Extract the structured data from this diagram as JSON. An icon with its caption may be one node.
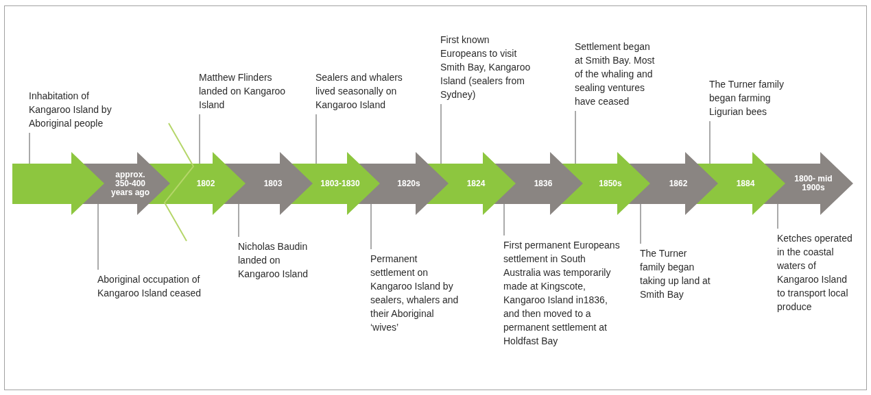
{
  "diagram": {
    "nodes": [
      {
        "text": [],
        "shape": "chevron"
      },
      {
        "text": [
          "approx. 350-400 years ago"
        ]
      },
      {
        "text": [
          "1802"
        ]
      },
      {
        "text": [
          "1803"
        ]
      },
      {
        "text": [
          "1803-1830"
        ]
      },
      {
        "text": [
          "1820s"
        ]
      },
      {
        "text": [
          "1824"
        ]
      },
      {
        "text": [
          "1836"
        ]
      },
      {
        "text": [
          "1850s"
        ]
      },
      {
        "text": [
          "1862"
        ]
      },
      {
        "text": [
          "1884"
        ]
      },
      {
        "text": [
          "1800- mid 1900s"
        ]
      },
      {
        "text": [
          "Inhabitation of Kangaroo Island by Aboriginal people"
        ]
      },
      {
        "text": [
          "Aboriginal occupation of Kangaroo Island ceased"
        ]
      },
      {
        "text": [
          "Matthew Flinders landed on Kangaroo Island"
        ]
      },
      {
        "text": [
          "Nicholas Baudin landed on Kangaroo Island"
        ]
      },
      {
        "text": [
          "Sealers and whalers lived seasonally on Kangaroo Island"
        ]
      },
      {
        "text": [
          "Permanent settlement on Kangaroo Island by sealers, whalers and their Aboriginal ‘wives’"
        ]
      },
      {
        "text": [
          "First known Europeans to visit Smith Bay, Kangaroo Island (sealers from Sydney)"
        ]
      },
      {
        "text": [
          "First permanent Europeans settlement in South Australia was temporarily made at Kingscote, Kangaroo Island in1836, and then moved to a permanent settlement at Holdfast Bay"
        ]
      },
      {
        "text": [
          "Settlement began at Smith Bay. Most of the whaling and sealing ventures have ceased"
        ]
      },
      {
        "text": [
          "The Turner family began taking up land at Smith Bay"
        ]
      },
      {
        "text": [
          "The Turner family began farming Ligurian bees"
        ]
      },
      {
        "text": [
          "Ketches operated in the coastal waters of Kangaroo Island to transport local produce"
        ]
      }
    ],
    "edges": [
      {
        "from": 12,
        "to": 0,
        "arrow": "none"
      },
      {
        "from": 13,
        "to": 1,
        "arrow": "none"
      },
      {
        "from": 14,
        "to": 2,
        "arrow": "none"
      },
      {
        "from": 15,
        "to": 3,
        "arrow": "none"
      },
      {
        "from": 16,
        "to": 4,
        "arrow": "none"
      },
      {
        "from": 17,
        "to": 5,
        "arrow": "none"
      },
      {
        "from": 18,
        "to": 6,
        "arrow": "none"
      },
      {
        "from": 19,
        "to": 7,
        "arrow": "none"
      },
      {
        "from": 20,
        "to": 8,
        "arrow": "none"
      },
      {
        "from": 21,
        "to": 9,
        "arrow": "none"
      },
      {
        "from": 22,
        "to": 10,
        "arrow": "none"
      },
      {
        "from": 23,
        "to": 11,
        "arrow": "none"
      }
    ]
  }
}
